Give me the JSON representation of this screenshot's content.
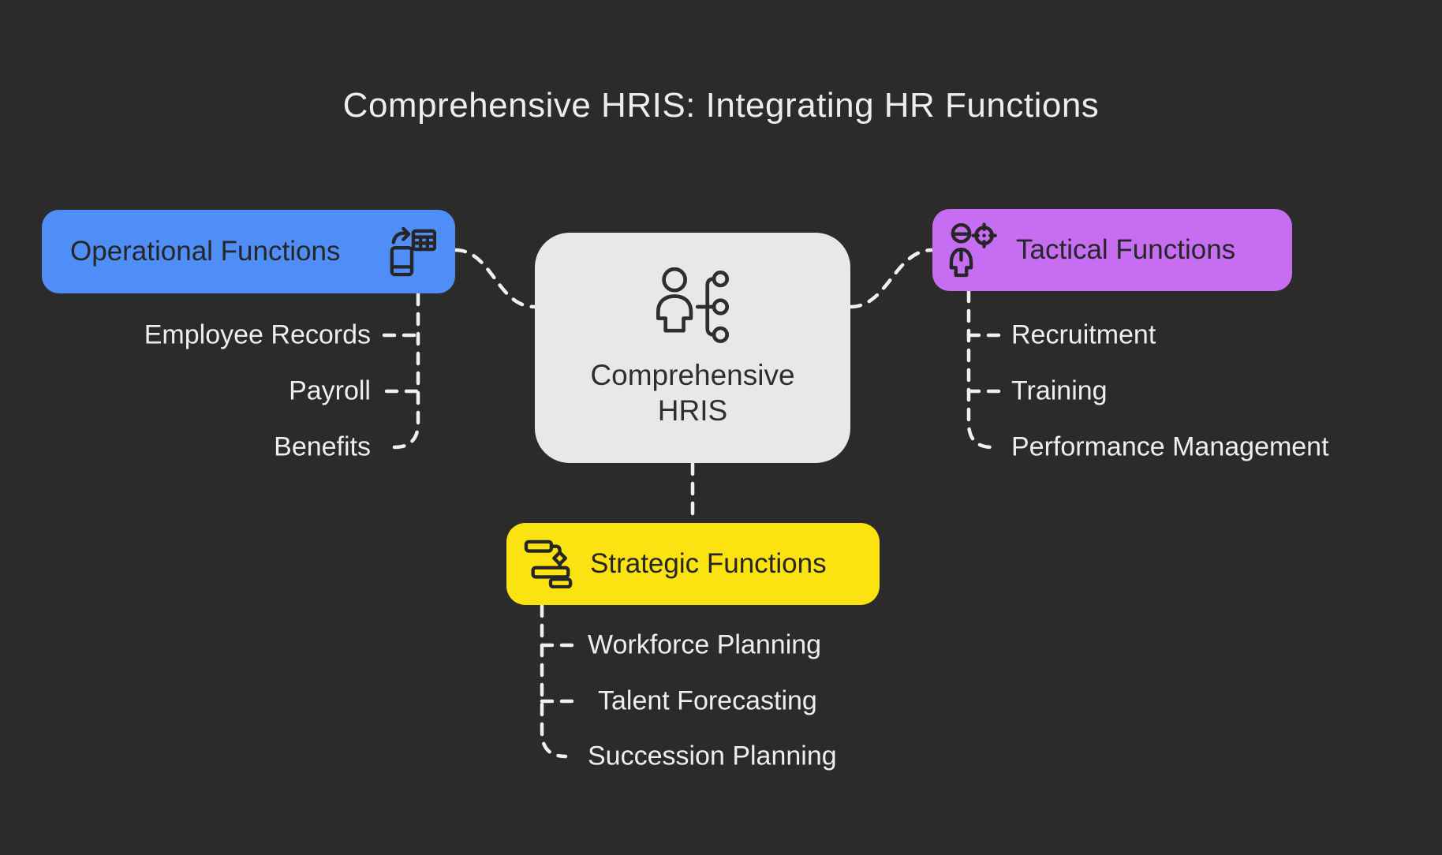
{
  "title": "Comprehensive HRIS: Integrating HR Functions",
  "center_node": {
    "line1": "Comprehensive",
    "line2": "HRIS",
    "icon": "person-org-chart-icon",
    "bg_color": "#e8e8e8"
  },
  "branches": [
    {
      "label": "Operational Functions",
      "icon": "phone-calculator-sync-icon",
      "color": "#4f8ef7",
      "items": [
        "Employee Records",
        "Payroll",
        "Benefits"
      ]
    },
    {
      "label": "Tactical Functions",
      "icon": "person-target-icon",
      "color": "#c76df2",
      "items": [
        "Recruitment",
        "Training",
        "Performance Management"
      ]
    },
    {
      "label": "Strategic Functions",
      "icon": "workflow-gantt-icon",
      "color": "#fbe311",
      "items": [
        "Workforce Planning",
        "Talent Forecasting",
        "Succession Planning"
      ]
    }
  ],
  "colors": {
    "background": "#2b2b2b",
    "connector": "#f0f0f0",
    "item_text": "#eeeeee",
    "node_text": "#262626"
  }
}
